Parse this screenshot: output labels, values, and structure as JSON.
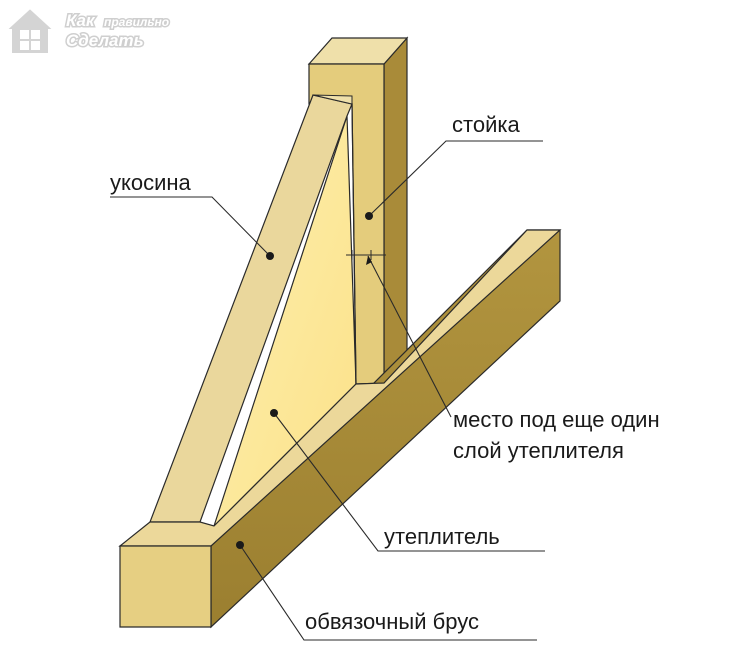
{
  "logo": {
    "line1_big": "Как",
    "line1_small": "правильно",
    "line2": "Сделать"
  },
  "labels": {
    "stoyka": "стойка",
    "ukosina": "укосина",
    "mesto_line1": "место под еще один",
    "mesto_line2": "слой утеплителя",
    "uteplitel": "утеплитель",
    "obvyazochny_brus": "обвязочный брус"
  },
  "colors": {
    "wood_top": "#ecd89a",
    "wood_front": "#e4cc7c",
    "wood_side": "#a78a38",
    "insulation": "#fde99a",
    "outline": "#2a2a2a",
    "logo": "#d9d9d9"
  }
}
